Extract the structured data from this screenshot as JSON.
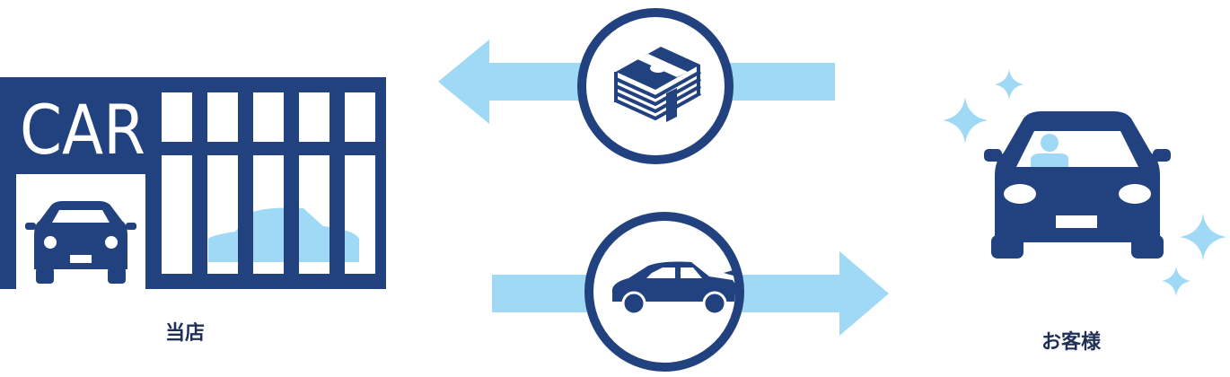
{
  "colors": {
    "navy": "#22427f",
    "light_blue": "#9fd9f5",
    "white": "#ffffff",
    "text": "#1f2f57"
  },
  "shop": {
    "sign_text": "CAR",
    "label": "当店",
    "icon": "dealership-building-icon"
  },
  "customer": {
    "label": "お客様",
    "icon": "customer-car-icon",
    "decoration": "sparkle-icon"
  },
  "flows": [
    {
      "direction": "to-shop",
      "icon": "money-stack-icon"
    },
    {
      "direction": "to-customer",
      "icon": "car-side-icon"
    }
  ]
}
